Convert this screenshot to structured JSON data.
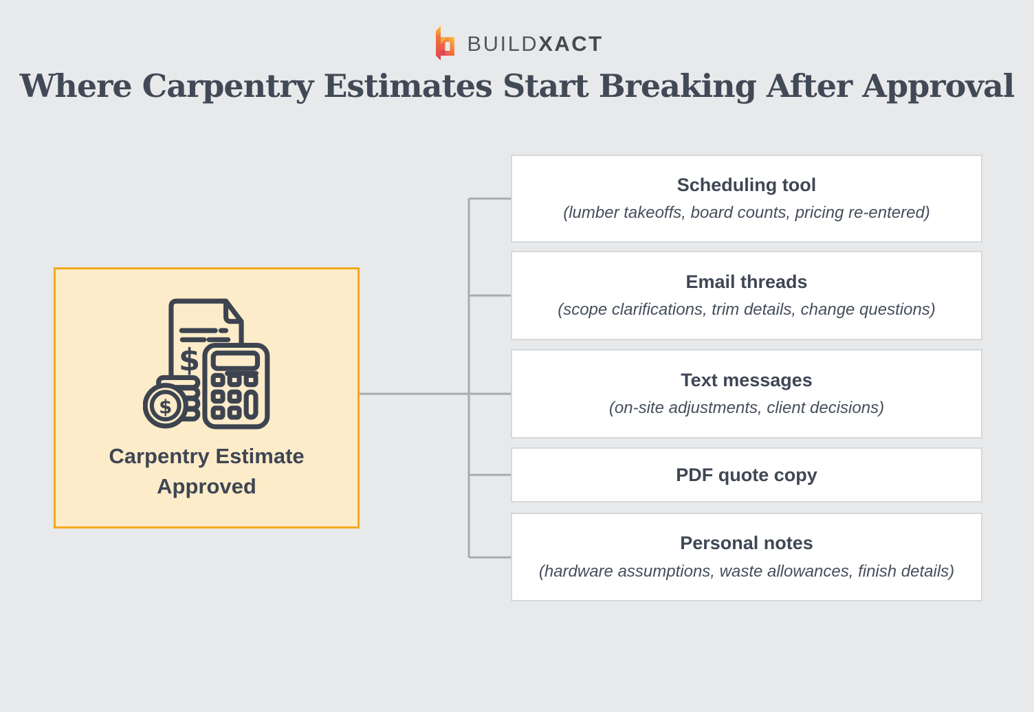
{
  "brand": {
    "mark_icon": "buildxact-b-logo-icon",
    "name_light": "BUILD",
    "name_bold": "XACT"
  },
  "title": "Where Carpentry Estimates Start Breaking After Approval",
  "source": {
    "icon": "estimate-calculator-coins-icon",
    "label_line1": "Carpentry Estimate",
    "label_line2": "Approved",
    "dollar_sign": "$"
  },
  "targets": [
    {
      "title": "Scheduling tool",
      "subtitle": "(lumber takeoffs, board counts, pricing re-entered)"
    },
    {
      "title": "Email threads",
      "subtitle": "(scope clarifications, trim details, change questions)"
    },
    {
      "title": "Text messages",
      "subtitle": "(on-site adjustments, client decisions)"
    },
    {
      "title": "PDF quote copy",
      "subtitle": ""
    },
    {
      "title": "Personal notes",
      "subtitle": "(hardware assumptions, waste allowances, finish details)"
    }
  ],
  "colors": {
    "background": "#e8e9ea",
    "card_fill": "#fdecc9",
    "card_border": "#f5a81c",
    "box_border": "#d6d7d9",
    "connector": "#a8aaad",
    "text_dark": "#3f4654",
    "title_text": "#424956",
    "logo_yellow": "#f9c83d",
    "logo_orange": "#f2703c",
    "logo_red": "#e0435a"
  }
}
